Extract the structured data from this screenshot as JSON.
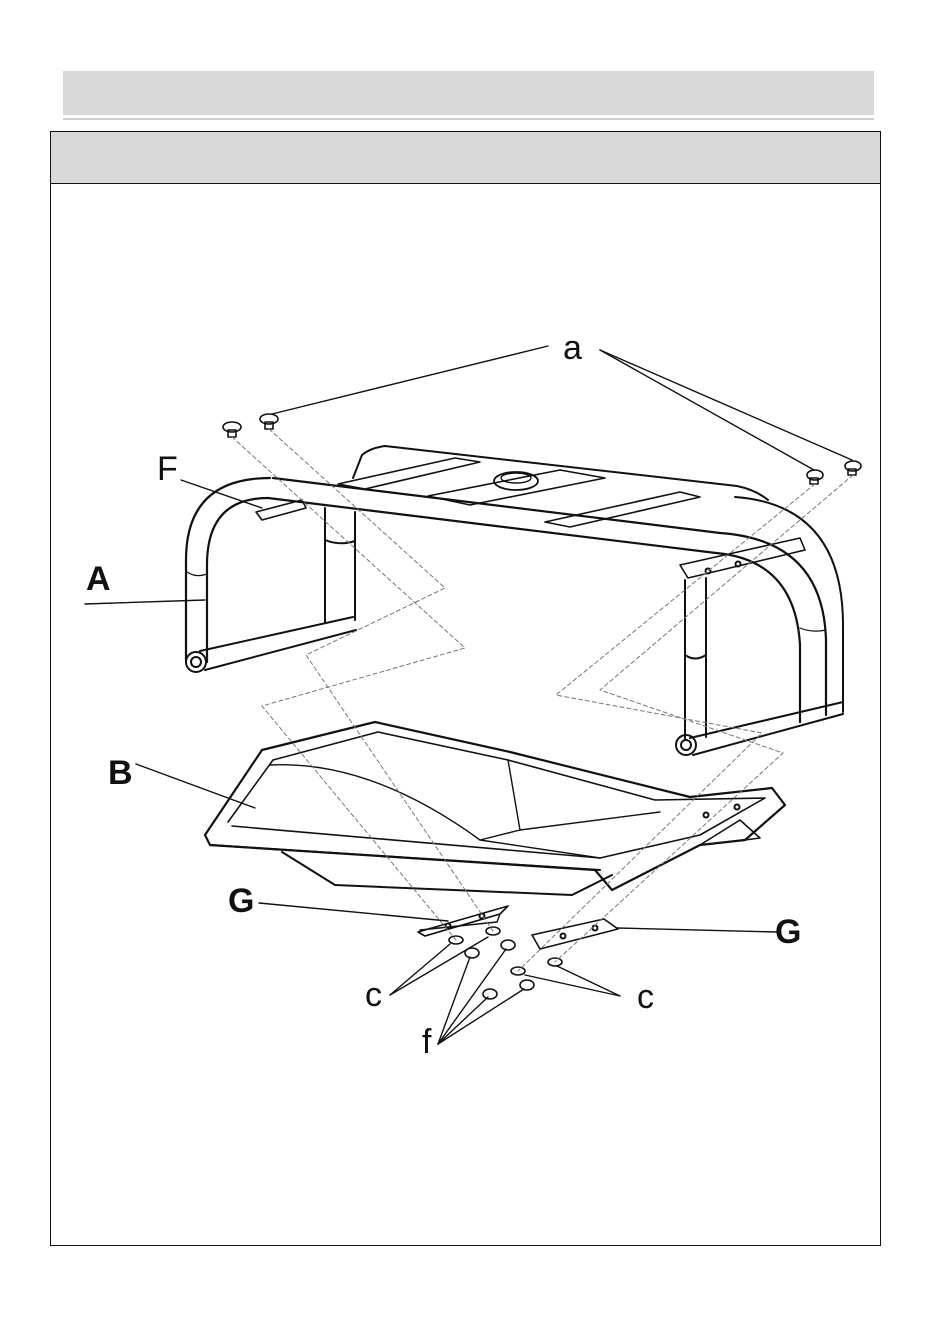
{
  "labels": {
    "a": "a",
    "F": "F",
    "A": "A",
    "B": "B",
    "G_left": "G",
    "G_right": "G",
    "c_left": "c",
    "c_right": "c",
    "f": "f"
  }
}
